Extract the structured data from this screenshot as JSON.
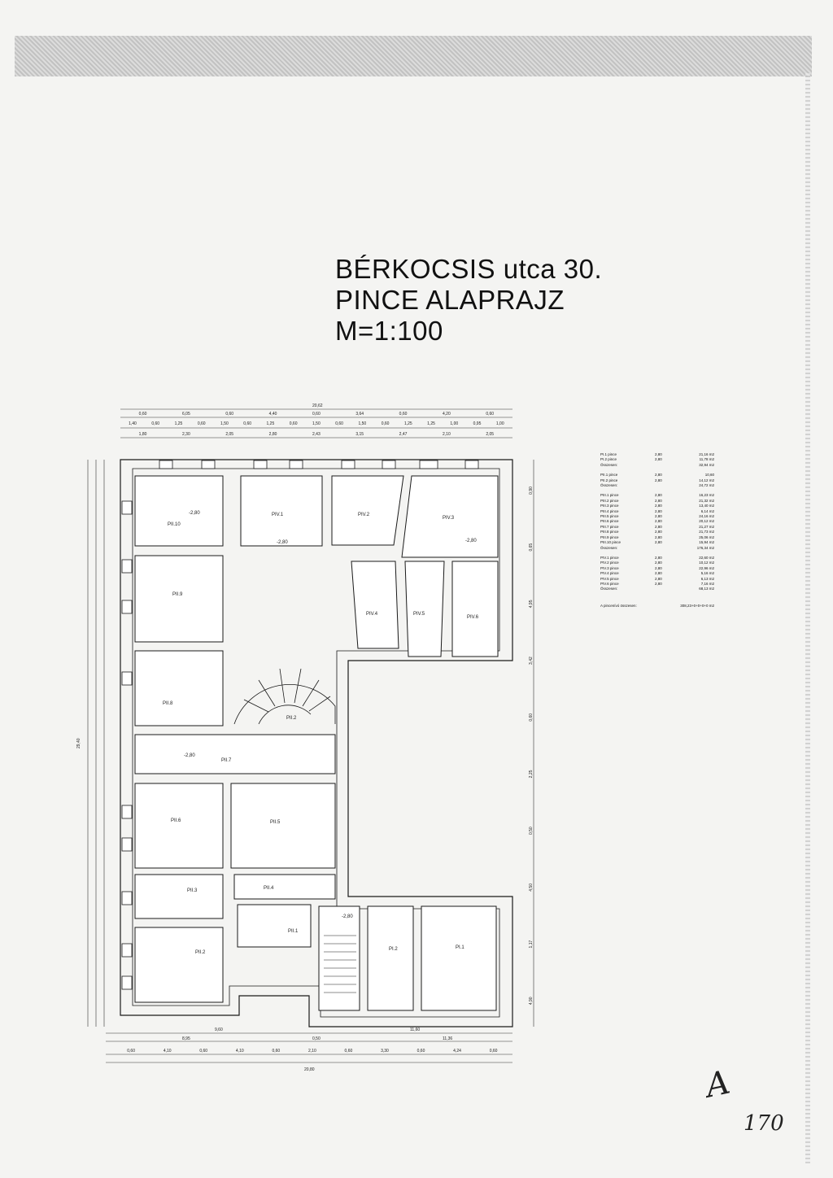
{
  "title": {
    "line1": "BÉRKOCSIS utca 30.",
    "line2": "PINCE ALAPRAJZ",
    "line3": "M=1:100"
  },
  "rooms": {
    "pii10": "PII.10",
    "pii9": "PII.9",
    "pii8": "PII.8",
    "pii7": "PII.7",
    "pii6": "PII.6",
    "pii5": "PII.5",
    "pii4": "PII.4",
    "pii3": "PII.3",
    "pii2": "PII.2",
    "pii1": "PII.1",
    "piv1": "PIV.1",
    "piv2": "PIV.2",
    "piv3": "PIV.3",
    "piv4": "PIV.4",
    "piv5": "PIV.5",
    "piv6": "PIV.6",
    "pi1": "PI.1",
    "pi2": "PI.2",
    "stair": "PII.2"
  },
  "levels": {
    "l1": "-2,80",
    "l2": "-2,80",
    "l3": "-2,80",
    "l4": "-2,80",
    "l5": "-2,80"
  },
  "dimensions": {
    "top_total": "20,62",
    "top_row1": [
      "0,60",
      "6,05",
      "0,60",
      "4,40",
      "0,60",
      "3,64",
      "0,60",
      "4,20",
      "0,60"
    ],
    "top_row2": [
      "1,40",
      "0,60",
      "1,25",
      "0,60",
      "1,50",
      "0,60",
      "1,25",
      "0,60",
      "1,50",
      "0,60",
      "1,50",
      "0,60",
      "1,25",
      "1,25",
      "1,00",
      "0,95",
      "1,00"
    ],
    "top_row3": [
      "1,80",
      "2,30",
      "2,05",
      "2,80",
      "2,43",
      "3,15",
      "2,47",
      "2,10",
      "2,05"
    ],
    "bottom_row1": [
      "9,60",
      "11,60"
    ],
    "bottom_row2": [
      "8,95",
      "0,50",
      "11,36"
    ],
    "bottom_row3": [
      "0,60",
      "4,10",
      "0,60",
      "4,10",
      "0,60",
      "2,10",
      "0,60",
      "3,30",
      "0,60",
      "4,24",
      "0,60"
    ],
    "bottom_total": "20,80",
    "right_col": [
      "0,90",
      "0,65",
      "4,95",
      "3,42",
      "0,60",
      "2,25",
      "0,50",
      "4,50",
      "1,17",
      "4,90"
    ],
    "left_total": "29,40"
  },
  "legend": {
    "groups": [
      [
        {
          "a": "PI.1 pince",
          "b": "2,80",
          "c": "21,16 m2"
        },
        {
          "a": "PI.2 pince",
          "b": "2,80",
          "c": "11,78 m2"
        },
        {
          "a": "Összesen:",
          "b": "",
          "c": "32,94 m2"
        }
      ],
      [
        {
          "a": "PII.1 pince",
          "b": "2,80",
          "c": "10,60"
        },
        {
          "a": "PII.2 pince",
          "b": "2,80",
          "c": "14,12 m2"
        },
        {
          "a": "Összesen:",
          "b": "",
          "c": "24,72 m2"
        }
      ],
      [
        {
          "a": "PIII.1 pince",
          "b": "2,80",
          "c": "16,23 m2"
        },
        {
          "a": "PIII.2 pince",
          "b": "2,80",
          "c": "21,32 m2"
        },
        {
          "a": "PIII.3 pince",
          "b": "2,80",
          "c": "13,40 m2"
        },
        {
          "a": "PIII.4 pince",
          "b": "2,80",
          "c": "6,14 m2"
        },
        {
          "a": "PIII.5 pince",
          "b": "2,80",
          "c": "24,16 m2"
        },
        {
          "a": "PIII.6 pince",
          "b": "2,80",
          "c": "20,12 m2"
        },
        {
          "a": "PIII.7 pince",
          "b": "2,80",
          "c": "21,27 m2"
        },
        {
          "a": "PIII.8 pince",
          "b": "2,80",
          "c": "21,73 m2"
        },
        {
          "a": "PIII.9 pince",
          "b": "2,80",
          "c": "25,06 m2"
        },
        {
          "a": "PIII.10 pince",
          "b": "2,80",
          "c": "15,94 m2"
        },
        {
          "a": "Összesen:",
          "b": "",
          "c": "176,34 m2"
        }
      ],
      [
        {
          "a": "PIV.1 pince",
          "b": "2,80",
          "c": "22,60 m2"
        },
        {
          "a": "PIV.2 pince",
          "b": "2,80",
          "c": "10,12 m2"
        },
        {
          "a": "PIV.3 pince",
          "b": "2,80",
          "c": "22,96 m2"
        },
        {
          "a": "PIV.4 pince",
          "b": "2,80",
          "c": "5,16 m2"
        },
        {
          "a": "PIV.5 pince",
          "b": "2,80",
          "c": "6,13 m2"
        },
        {
          "a": "PIV.6 pince",
          "b": "2,80",
          "c": "7,16 m2"
        },
        {
          "a": "Összesen:",
          "b": "",
          "c": "68,13 m2"
        }
      ]
    ],
    "total_label": "A pincenívó összesen:",
    "total_value": "308,23+0+0+0+0 m2"
  },
  "signature": "A",
  "page_number": "170"
}
